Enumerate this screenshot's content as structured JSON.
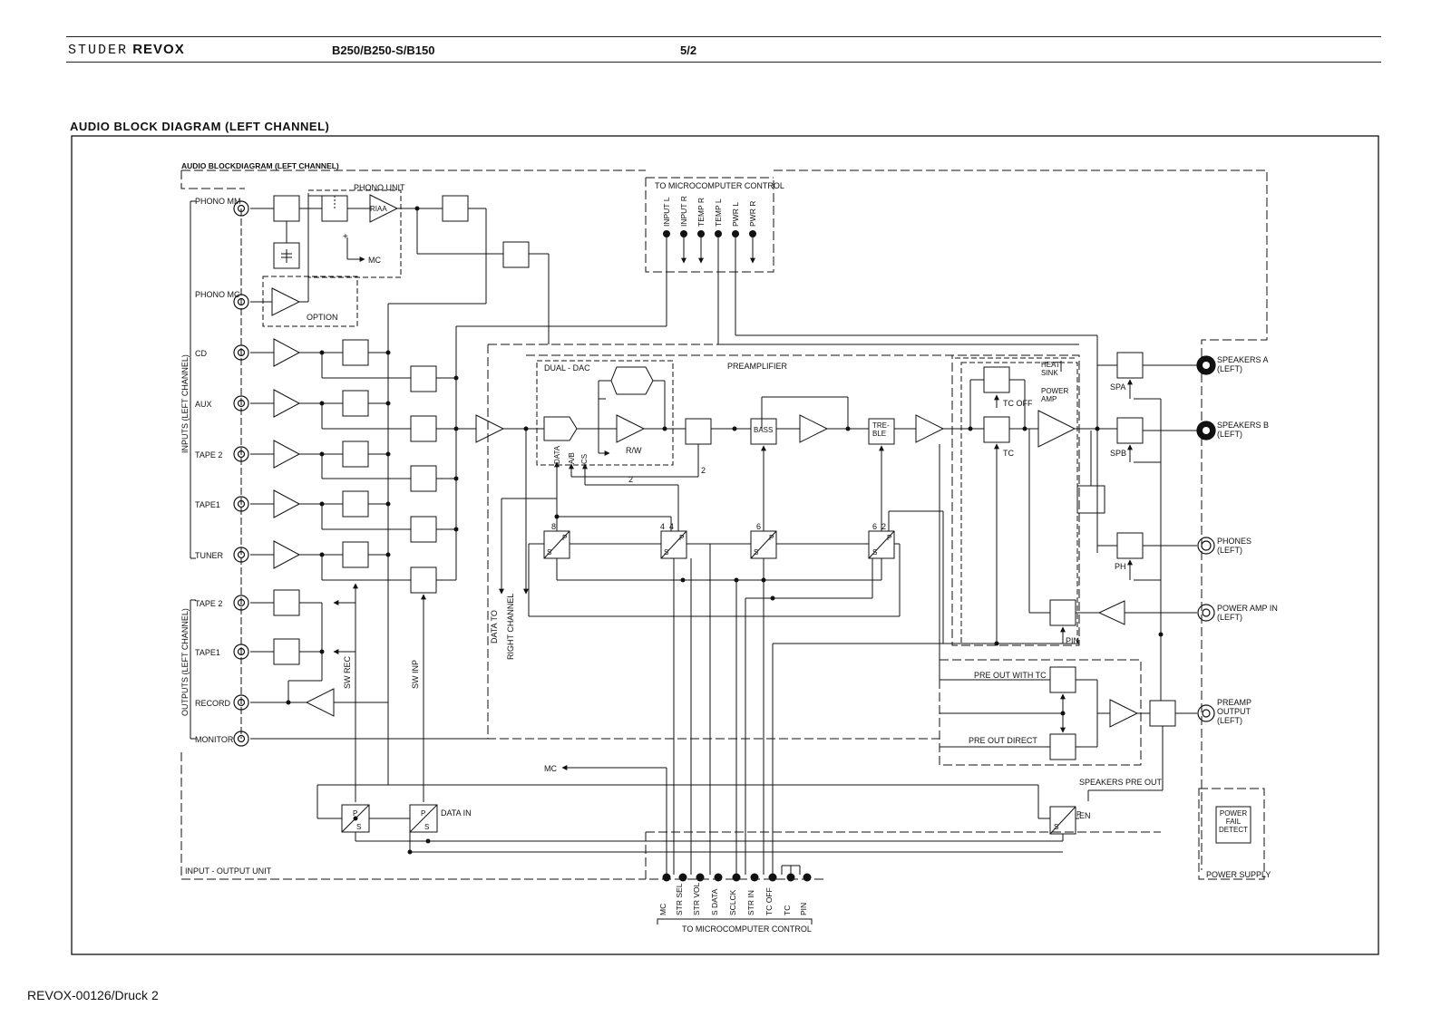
{
  "header": {
    "brand_studer": "STUDER",
    "brand_revox": "REVOX",
    "model": "B250/B250-S/B150",
    "page": "5/2"
  },
  "title": "AUDIO BLOCK DIAGRAM (LEFT CHANNEL)",
  "footer": "REVOX-00126/Druck 2",
  "diagram": {
    "inner_title": "AUDIO BLOCKDIAGRAM (LEFT CHANNEL)",
    "inputs_group_label": "INPUTS (LEFT CHANNEL)",
    "outputs_group_label": "OUTPUTS (LEFT CHANNEL)",
    "inputs": [
      "PHONO MM",
      "PHONO MC",
      "CD",
      "AUX",
      "TAPE 2",
      "TAPE1",
      "TUNER"
    ],
    "outputs": [
      "TAPE 2",
      "TAPE1",
      "RECORD",
      "MONITOR"
    ],
    "phono_unit": "PHONO UNIT",
    "riaa": "RIAA",
    "option": "OPTION",
    "mc": "MC",
    "plus": "+",
    "mc_arrow": "MC",
    "top_control_title": "TO MICROCOMPUTER CONTROL",
    "top_control_pins": [
      "INPUT L",
      "INPUT R",
      "TEMP R",
      "TEMP L",
      "PWR L",
      "PWR R"
    ],
    "dual_dac": "DUAL - DAC",
    "dac_pins": [
      "DATA",
      "A/B",
      "CS"
    ],
    "rw": "R/W",
    "preamplifier": "PREAMPLIFIER",
    "bass": "BASS",
    "treble": "TRE-\nBLE",
    "heat_sink": "HEAT\nSINK",
    "power_amp": "POWER\nAMP",
    "tc_off": "TC OFF",
    "tc": "TC",
    "num_2a": "2",
    "num_2b": "2",
    "bus_numbers": [
      "8",
      "4",
      "4",
      "6",
      "6",
      "2"
    ],
    "p_label": "P",
    "s_label": "S",
    "data_to": "DATA TO",
    "right_channel": "RIGHT CHANNEL",
    "sw_rec": "SW REC",
    "sw_inp": "SW INP",
    "data_in": "DATA IN",
    "en": "EN",
    "speakers_pre_out": "SPEAKERS PRE OUT",
    "pre_out_with_tc": "PRE OUT WITH TC",
    "pre_out_direct": "PRE OUT DIRECT",
    "pin": "PIN",
    "spa": "SPA",
    "spb": "SPB",
    "ph": "PH",
    "speakers_a": "SPEAKERS A\n(LEFT)",
    "speakers_b": "SPEAKERS B\n(LEFT)",
    "phones": "PHONES\n(LEFT)",
    "power_amp_in": "POWER AMP IN\n(LEFT)",
    "preamp_output": "PREAMP\nOUTPUT\n(LEFT)",
    "power_fail": "POWER\nFAIL\nDETECT",
    "power_supply": "POWER SUPPLY",
    "input_output_unit": "INPUT - OUTPUT UNIT",
    "bottom_control_title": "TO MICROCOMPUTER CONTROL",
    "bottom_control_pins": [
      "MC",
      "STR SEL",
      "STR VOL",
      "S DATA",
      "SCLCK",
      "STR IN",
      "TC OFF",
      "TC",
      "PIN"
    ]
  }
}
